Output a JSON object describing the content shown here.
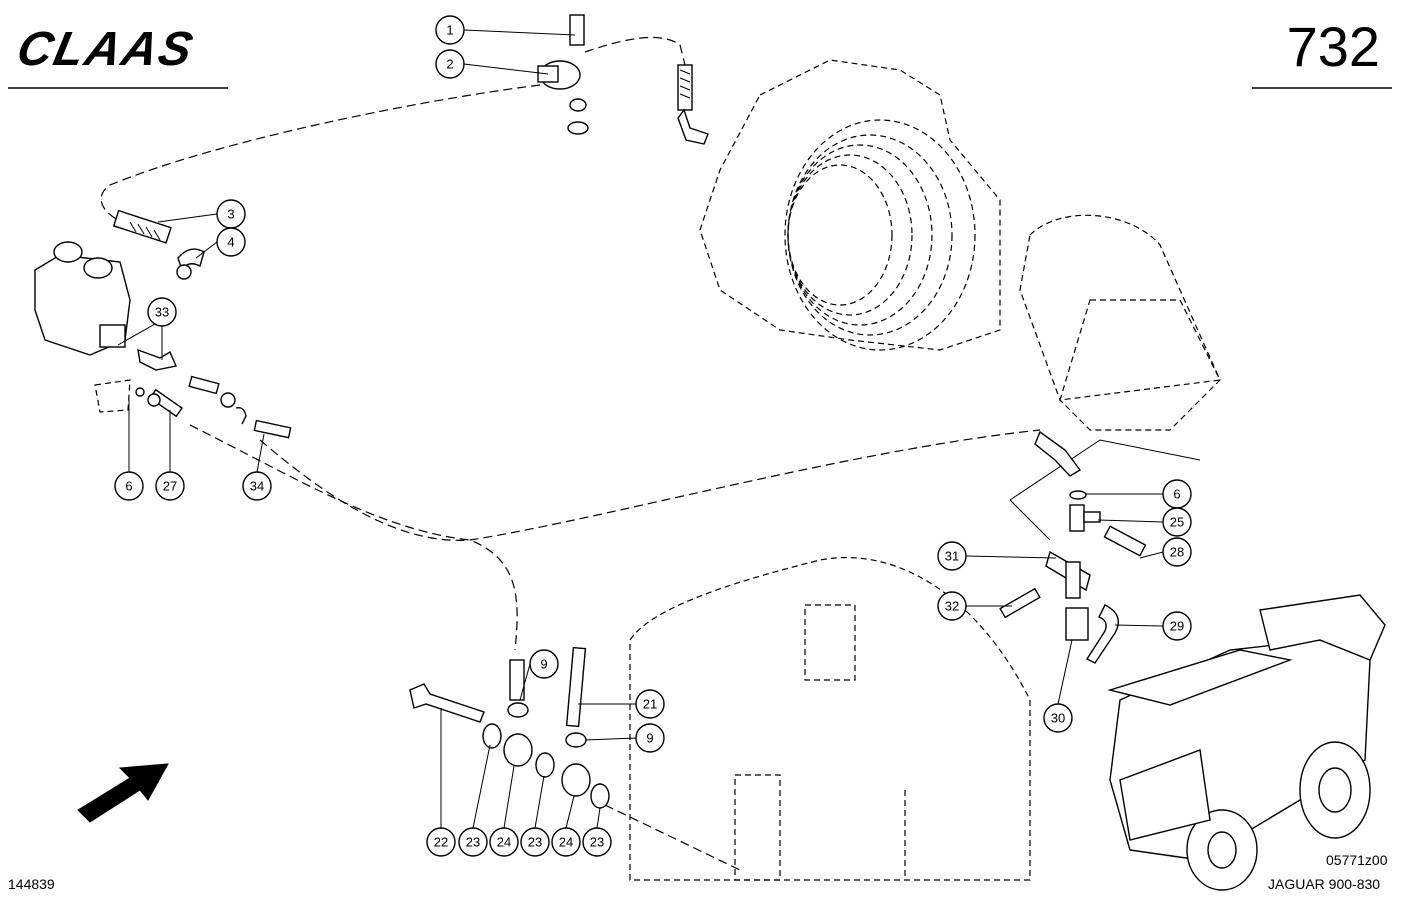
{
  "header": {
    "brand": "CLAAS",
    "page_number": "732"
  },
  "footer": {
    "doc_number": "144839",
    "drawing_code": "05771z00",
    "model": "JAGUAR 900-830"
  },
  "callouts": [
    "1",
    "2",
    "3",
    "4",
    "33",
    "6",
    "27",
    "34",
    "6",
    "25",
    "28",
    "31",
    "32",
    "29",
    "30",
    "9",
    "21",
    "9",
    "22",
    "23",
    "24",
    "23",
    "24",
    "23"
  ],
  "icons": {
    "direction_arrow": "arrow-icon"
  }
}
